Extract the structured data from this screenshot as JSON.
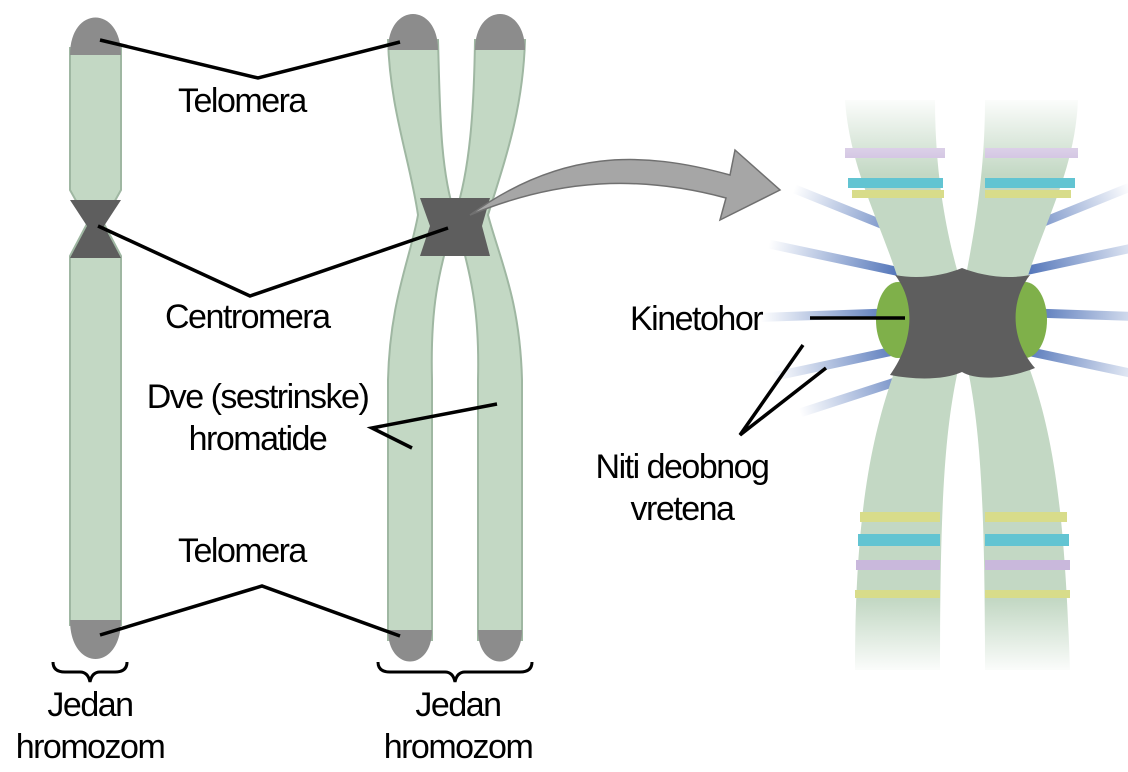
{
  "labels": {
    "telomere_top": "Telomera",
    "centromere": "Centromera",
    "chromatids_line1": "Dve (sestrinske)",
    "chromatids_line2": "hromatide",
    "telomere_bottom": "Telomera",
    "chromosome_left_line1": "Jedan",
    "chromosome_left_line2": "hromozom",
    "chromosome_right_line1": "Jedan",
    "chromosome_right_line2": "hromozom",
    "kinetochore": "Kinetohor",
    "spindle_line1": "Niti deobnog",
    "spindle_line2": "vretena"
  },
  "colors": {
    "chromatid": "#c3d8c4",
    "chromatid_edge": "#9fb7a2",
    "telomere": "#8c8c8c",
    "centromere": "#5e5e5e",
    "kinetochore": "#7fb04a",
    "spindle": "#3c63b0",
    "band_yellow": "#d8dc8a",
    "band_cyan": "#62c4d2",
    "band_lavender": "#c9b8dc",
    "arrow": "#a6a6a6",
    "leader": "#000000"
  }
}
